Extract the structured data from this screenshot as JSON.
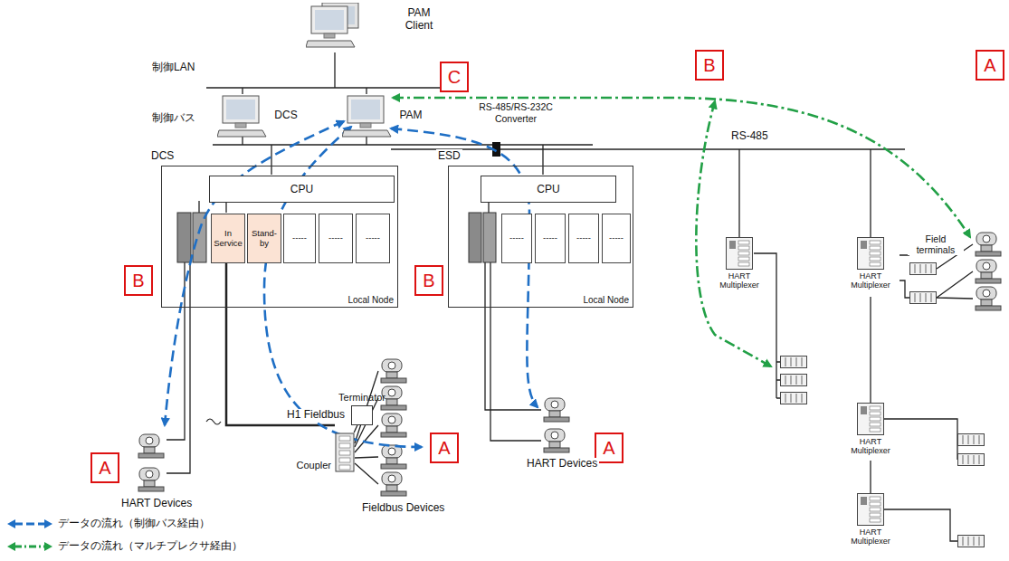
{
  "diagram": {
    "nodes": [
      {
        "text": [
          "PAM Client"
        ]
      },
      {
        "text": [
          "DCS"
        ]
      },
      {
        "text": [
          "PAM"
        ]
      },
      {
        "text": [
          "C"
        ]
      },
      {
        "text": [
          "B"
        ]
      },
      {
        "text": [
          "A"
        ]
      },
      {
        "text": [
          "RS-485/RS-232C Converter"
        ]
      },
      {
        "text": [
          "DCS",
          "Local Node"
        ]
      },
      {
        "text": [
          "CPU"
        ],
        "in": 7
      },
      {
        "text": [
          "In Service"
        ],
        "in": 7
      },
      {
        "text": [
          "Stand-by"
        ],
        "in": 7
      },
      {
        "text": [
          "-----"
        ],
        "in": 7
      },
      {
        "text": [
          "-----"
        ],
        "in": 7
      },
      {
        "text": [
          "-----"
        ],
        "in": 7
      },
      {
        "text": [
          "B"
        ]
      },
      {
        "text": [
          "ESD",
          "Local Node"
        ]
      },
      {
        "text": [
          "CPU"
        ],
        "in": 15
      },
      {
        "text": [
          "-----"
        ],
        "in": 15
      },
      {
        "text": [
          "-----"
        ],
        "in": 15
      },
      {
        "text": [
          "-----"
        ],
        "in": 15
      },
      {
        "text": [
          "-----"
        ],
        "in": 15
      },
      {
        "text": [
          "B"
        ]
      },
      {
        "text": [
          "HART Multiplexer"
        ]
      },
      {
        "text": [
          "HART Multiplexer"
        ]
      },
      {
        "text": [
          "HART Multiplexer"
        ]
      },
      {
        "text": [
          "HART Multiplexer"
        ]
      },
      {
        "text": [
          "A"
        ]
      },
      {
        "text": [
          "Terminator"
        ]
      },
      {
        "text": [
          "Coupler"
        ]
      },
      {
        "text": [
          "A"
        ]
      },
      {
        "text": [
          "A"
        ]
      }
    ],
    "edges": [
      {
        "from": 28,
        "to": 27,
        "arrow": "none"
      },
      {
        "from": 23,
        "to": 24,
        "arrow": "none"
      },
      {
        "from": 24,
        "to": 25,
        "arrow": "none"
      }
    ],
    "labels": [
      "制御LAN",
      "制御バス",
      "RS-485",
      "Field terminals",
      "HART Devices",
      "H1 Fieldbus",
      "Fieldbus Devices",
      "HART Devices"
    ],
    "legend": [
      {
        "text": "データの流れ（制御バス経由）"
      },
      {
        "text": "データの流れ（マルチプレクサ経由）"
      }
    ]
  }
}
